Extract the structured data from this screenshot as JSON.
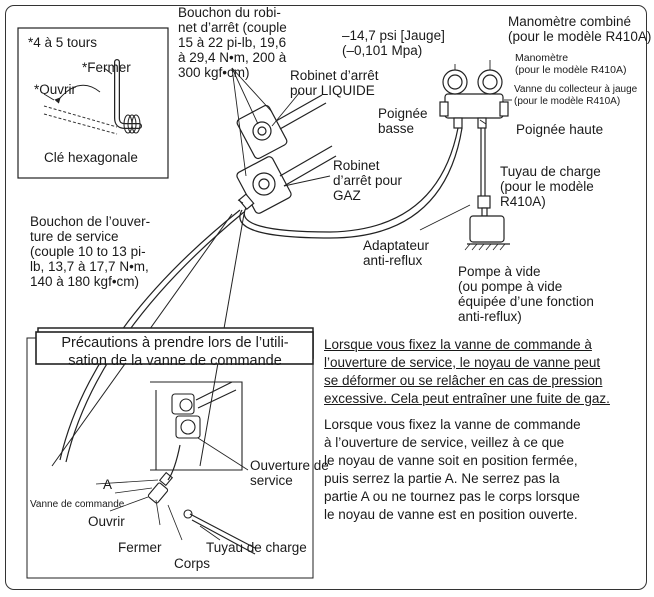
{
  "inset_tours": {
    "count": "*4 à 5 tours",
    "fermer": "*Fermer",
    "ouvrir": "*Ouvrir",
    "key": "Clé hexagonale"
  },
  "bouchon_robinet": [
    "Bouchon du robi-",
    "net d’arrêt (couple",
    "15 à 22 pi-lb, 19,6",
    "à 29,4 N•m, 200 à",
    "300 kgf•cm)"
  ],
  "robinet_liquide": [
    "Robinet d’arrêt",
    "pour LIQUIDE"
  ],
  "robinet_gaz": [
    "Robinet",
    "d’arrêt pour",
    "GAZ"
  ],
  "bouchon_service": [
    "Bouchon de l’ouver-",
    "ture de service",
    "(couple 10 to 13 pi-",
    "lb, 13,7 à 17,7 N•m,",
    "140 à 180 kgf•cm)"
  ],
  "jauge": [
    "–14,7 psi [Jauge]",
    "(–0,101 Mpa)"
  ],
  "manometre_combine": [
    "Manomètre combiné",
    "(pour le modèle R410A)"
  ],
  "manometre": [
    "Manomètre",
    "(pour le modèle R410A)"
  ],
  "vanne_collecteur": [
    "Vanne du collecteur à jauge",
    "(pour le modèle R410A)"
  ],
  "poignee_basse": [
    "Poignée",
    "basse"
  ],
  "poignee_haute": "Poignée haute",
  "tuyau_charge_top": [
    "Tuyau de charge",
    "(pour le modèle",
    "R410A)"
  ],
  "adaptateur": [
    "Adaptateur",
    "anti-reflux"
  ],
  "pompe": [
    "Pompe à vide",
    "(ou pompe à vide",
    "équipée d’une fonction",
    "anti-reflux)"
  ],
  "precautions_title": [
    "Précautions à prendre lors de l’utili-",
    "sation de la vanne de commande"
  ],
  "warning_lines": [
    "Lorsque vous fixez la vanne de commande à",
    "l’ouverture de service, le noyau de vanne peut",
    "se déformer ou se relâcher en cas de pression",
    "excessive. Cela peut entraîner une fuite de gaz."
  ],
  "instruction_lines": [
    "Lorsque vous fixez la vanne de commande",
    "à l’ouverture de service, veillez à ce que",
    "le noyau de vanne soit en position fermée,",
    "puis serrez la partie A. Ne serrez pas la",
    "partie A ou ne tournez pas le corps lorsque",
    "le noyau de vanne est en position ouverte."
  ],
  "detail": {
    "a": "A",
    "vanne_commande": "Vanne de commande",
    "ouvrir": "Ouvrir",
    "fermer": "Fermer",
    "corps": "Corps",
    "tuyau": "Tuyau de charge",
    "ouverture": [
      "Ouverture de",
      "service"
    ]
  }
}
